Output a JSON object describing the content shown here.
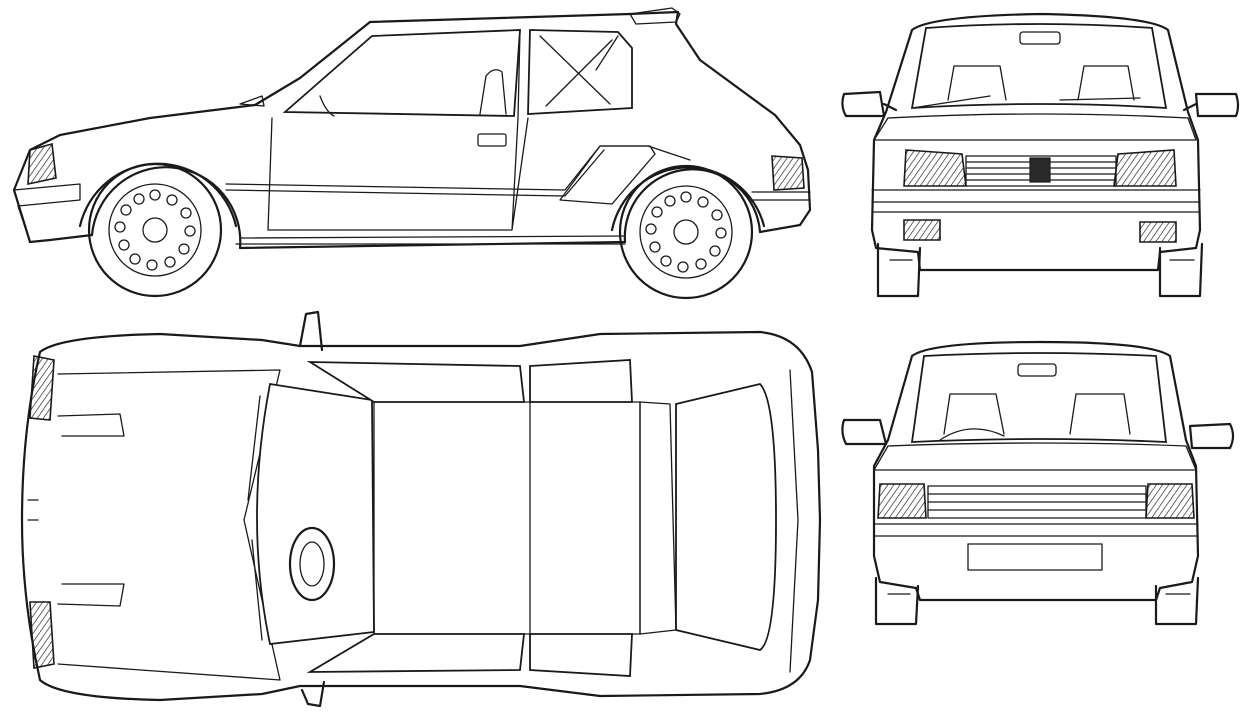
{
  "drawing": {
    "subject": "",
    "line_color": "#1a1a1a",
    "background": "#ffffff",
    "views": [
      {
        "id": "side",
        "label": ""
      },
      {
        "id": "front",
        "label": ""
      },
      {
        "id": "top",
        "label": ""
      },
      {
        "id": "rear",
        "label": ""
      }
    ]
  }
}
